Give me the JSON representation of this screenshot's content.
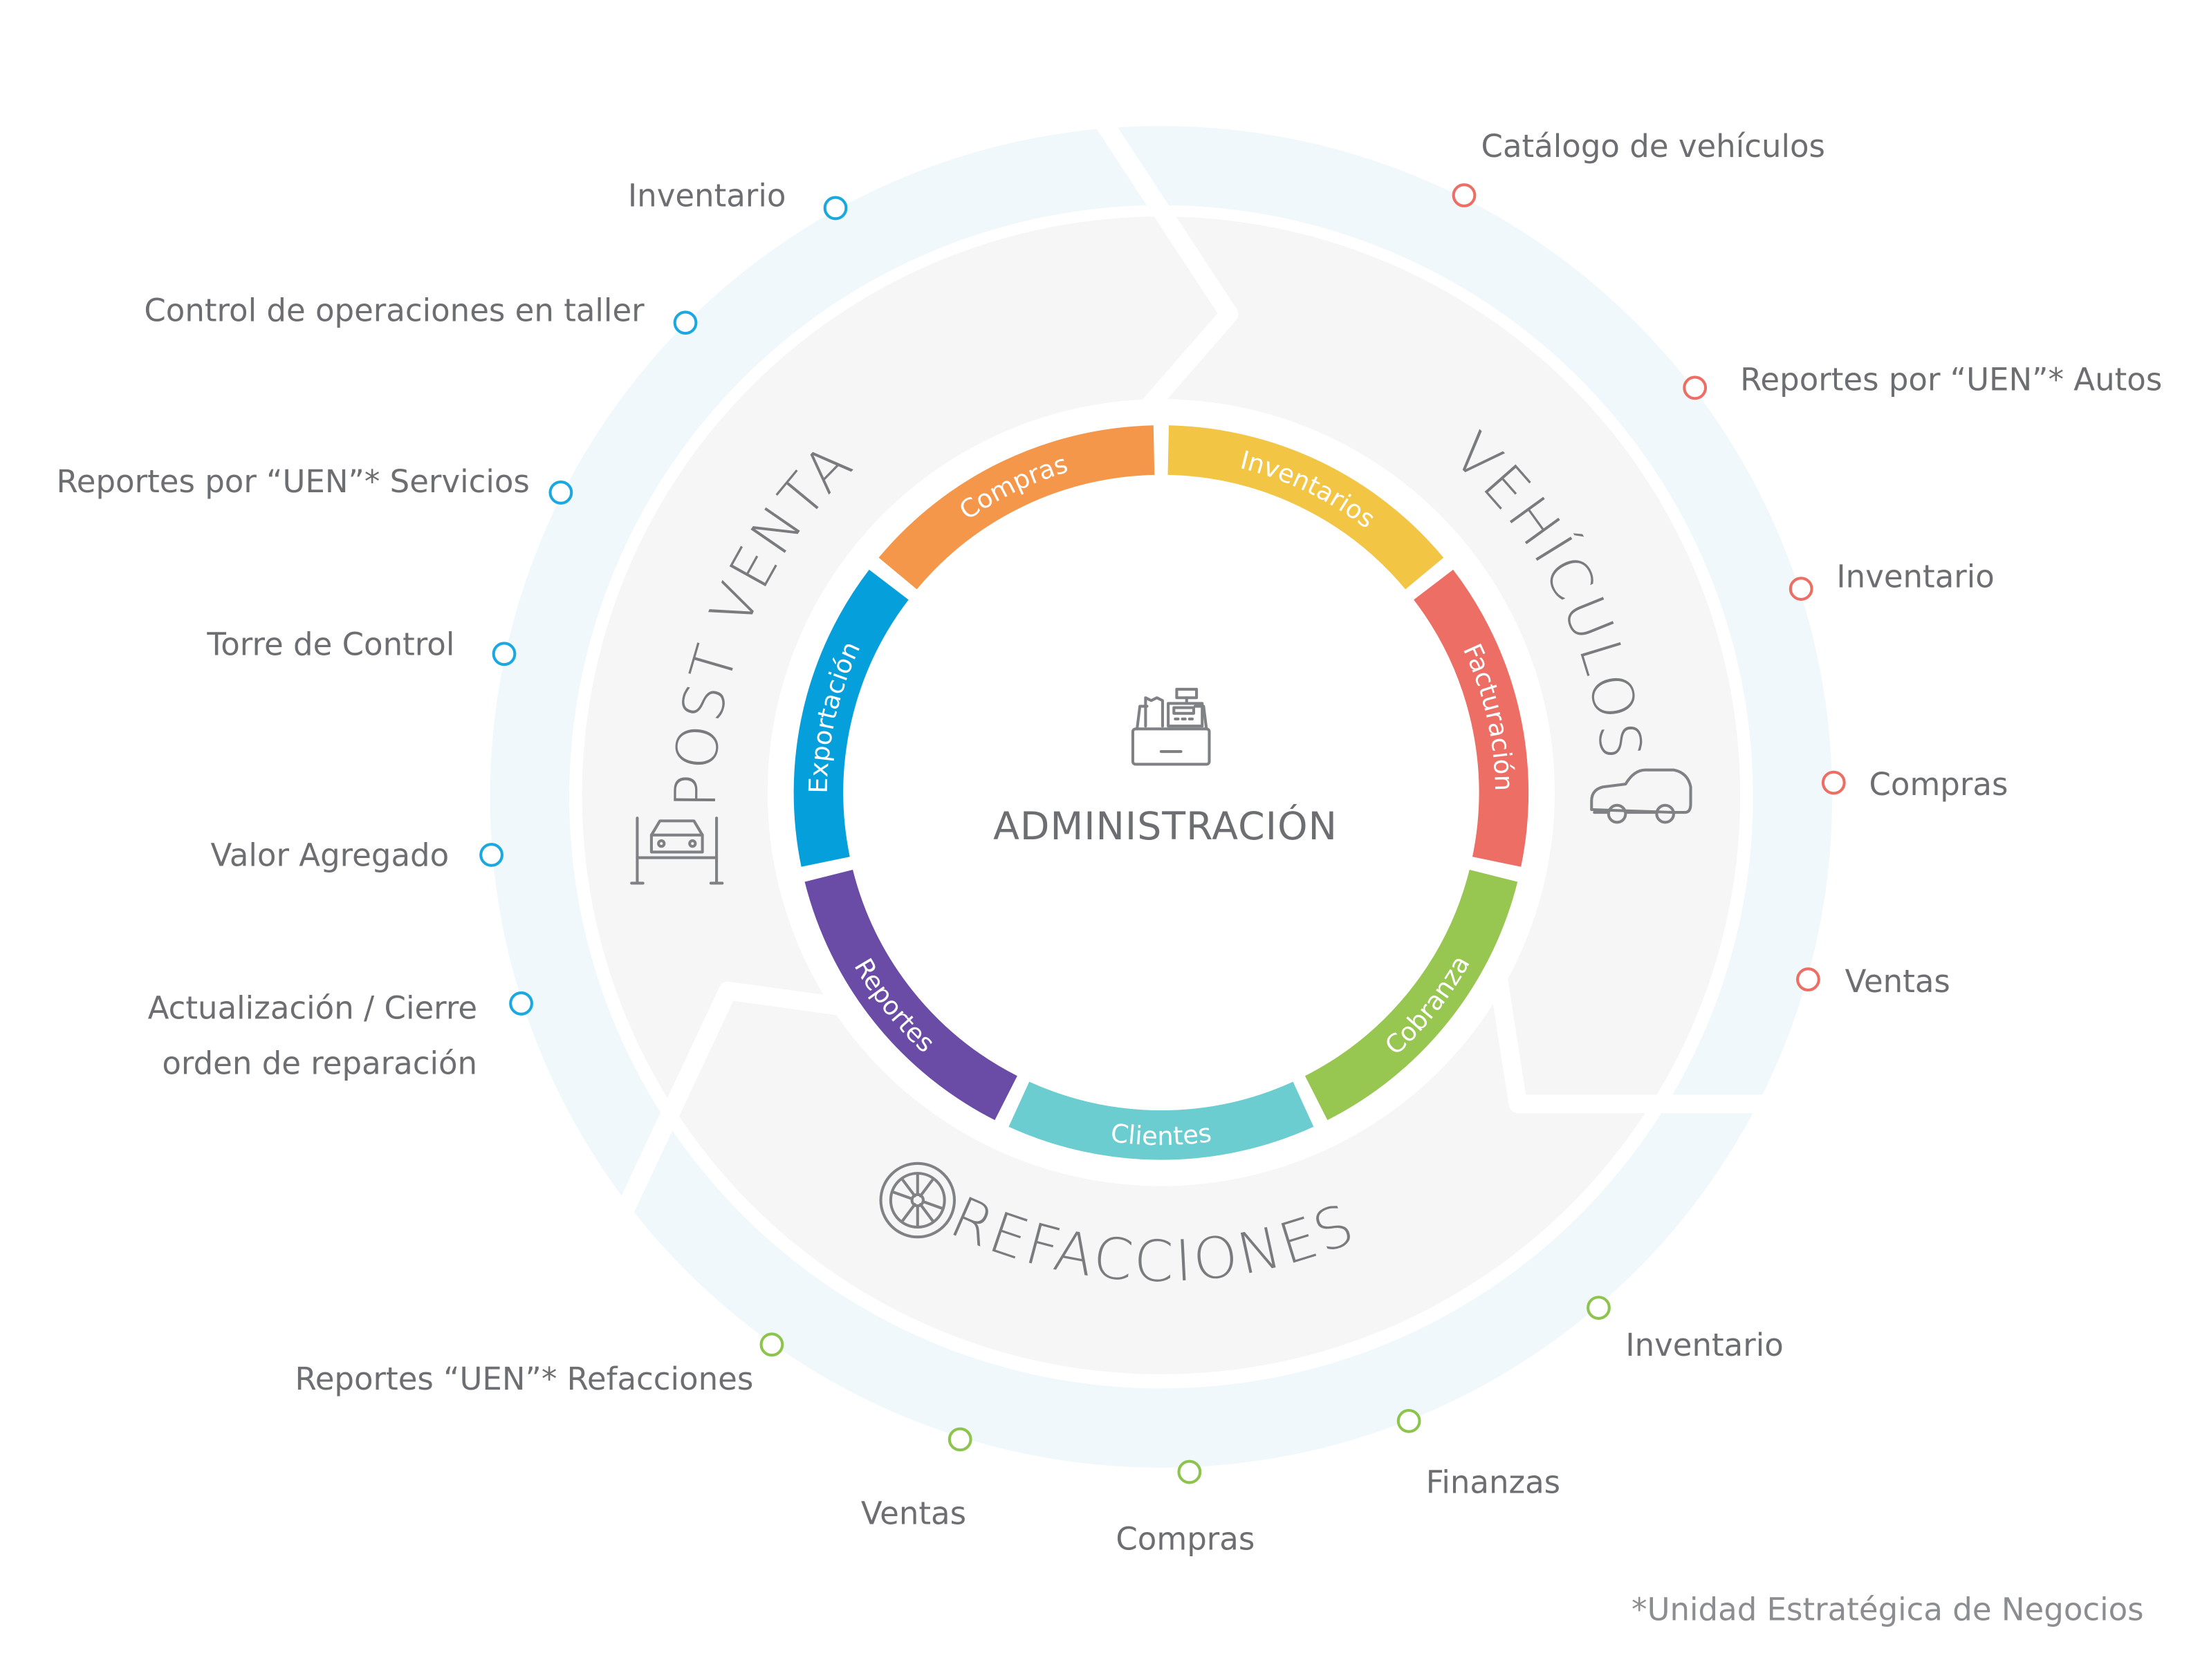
{
  "center": {
    "title": "ADMINISTRACIÓN",
    "icon": "cash-register-icon"
  },
  "segments": [
    {
      "label": "Inventarios",
      "color": "#F2C545",
      "direction": "cw"
    },
    {
      "label": "Facturación",
      "color": "#EC6E65",
      "direction": "cw"
    },
    {
      "label": "Cobranza",
      "color": "#97C651",
      "direction": "ccw"
    },
    {
      "label": "Clientes",
      "color": "#6CCDD0",
      "direction": "ccw"
    },
    {
      "label": "Reportes",
      "color": "#6A4BA5",
      "direction": "ccw"
    },
    {
      "label": "Exportación",
      "color": "#05A0DB",
      "direction": "cw"
    },
    {
      "label": "Compras",
      "color": "#F4974A",
      "direction": "cw"
    }
  ],
  "sections": {
    "post_venta": {
      "title": "POST VENTA",
      "icon": "car-lift-icon",
      "color": "#1BA8E0",
      "items": [
        "Inventario",
        "Control de operaciones en taller",
        "Reportes por “UEN”* Servicios",
        "Torre de Control",
        "Valor Agregado",
        "Actualización / Cierre",
        "orden de reparación"
      ]
    },
    "vehiculos": {
      "title": "VEHÍCULOS",
      "icon": "car-icon",
      "color": "#EC6E65",
      "items": [
        "Catálogo de vehículos",
        "Reportes por “UEN”* Autos",
        "Inventario",
        "Compras",
        "Ventas"
      ]
    },
    "refacciones": {
      "title": "REFACCIONES",
      "icon": "wheel-icon",
      "color": "#8DC44E",
      "items": [
        "Inventario",
        "Finanzas",
        "Compras",
        "Ventas",
        "Reportes “UEN”* Refacciones"
      ]
    }
  },
  "footnote": "*Unidad Estratégica de Negocios",
  "colors": {
    "outer_band": "#F1F8FC",
    "inner_disk": "#F6F6F6",
    "text": "#6D6E71"
  }
}
